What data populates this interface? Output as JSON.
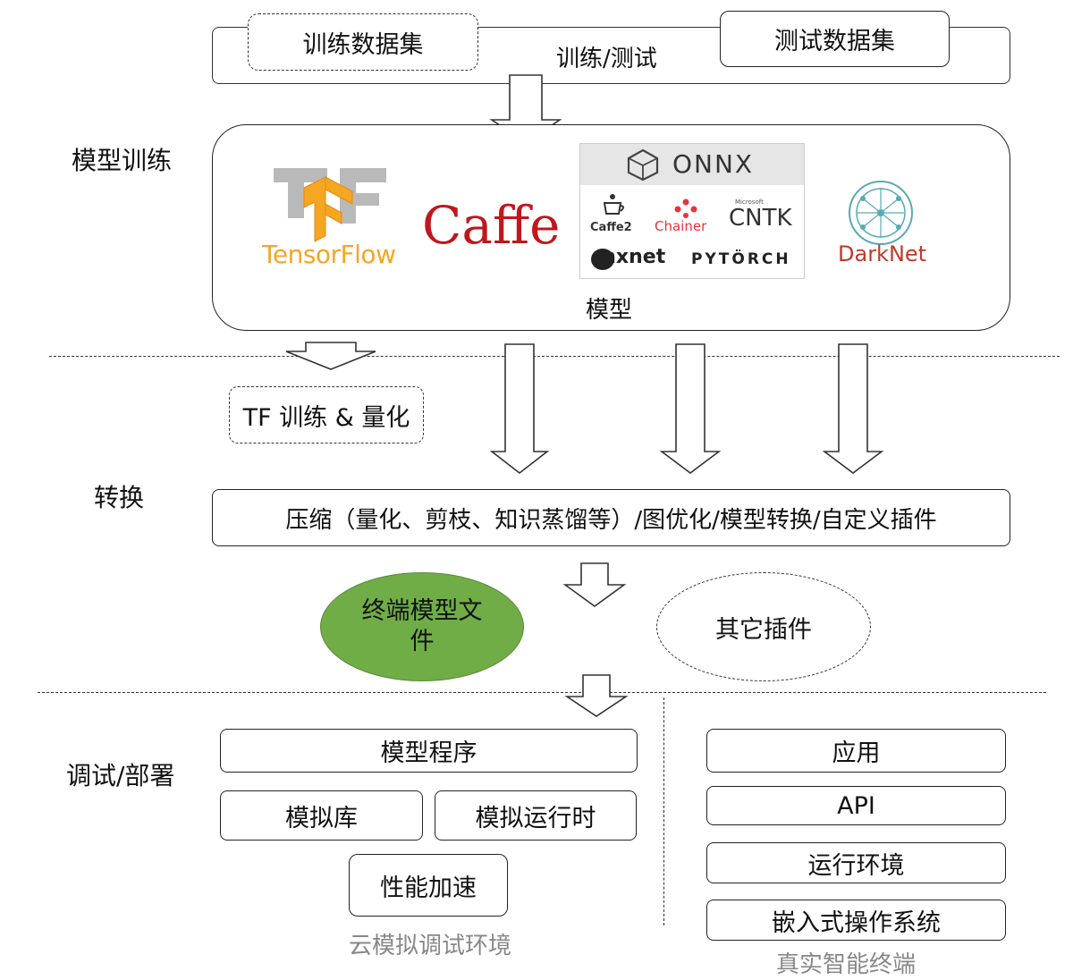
{
  "data_section": {
    "train_set": "训练数据集",
    "train_test": "训练/测试",
    "test_set": "测试数据集"
  },
  "stages": {
    "model_training": "模型训练",
    "conversion": "转换",
    "debug_deploy": "调试/部署"
  },
  "frameworks": {
    "tensorflow": "TensorFlow",
    "caffe": "Caffe",
    "onnx": "ONNX",
    "caffe2": "Caffe2",
    "chainer": "Chainer",
    "cntk": "CNTK",
    "cntk_vendor": "Microsoft",
    "mxnet": "mxnet",
    "pytorch": "PYTÖRCH",
    "darknet": "DarkNet",
    "model_label": "模型"
  },
  "conversion": {
    "tf_quant": "TF 训练 & 量化",
    "pipeline": "压缩（量化、剪枝、知识蒸馏等）/图优化/模型转换/自定义插件",
    "terminal_model": "终端模型文件",
    "other_plugins": "其它插件"
  },
  "cloud_env": {
    "model_program": "模型程序",
    "sim_lib": "模拟库",
    "sim_runtime": "模拟运行时",
    "perf_accel": "性能加速",
    "caption": "云模拟调试环境"
  },
  "device_env": {
    "app": "应用",
    "api": "API",
    "runtime_env": "运行环境",
    "embedded_os": "嵌入式操作系统",
    "caption": "真实智能终端"
  },
  "colors": {
    "terminal_model_fill": "#70ad47",
    "tf_orange": "#f5a623",
    "caffe_red": "#c0161c",
    "chainer_red": "#e8333b",
    "darknet_teal": "#5aa9b3",
    "darknet_text": "#c0392b"
  }
}
